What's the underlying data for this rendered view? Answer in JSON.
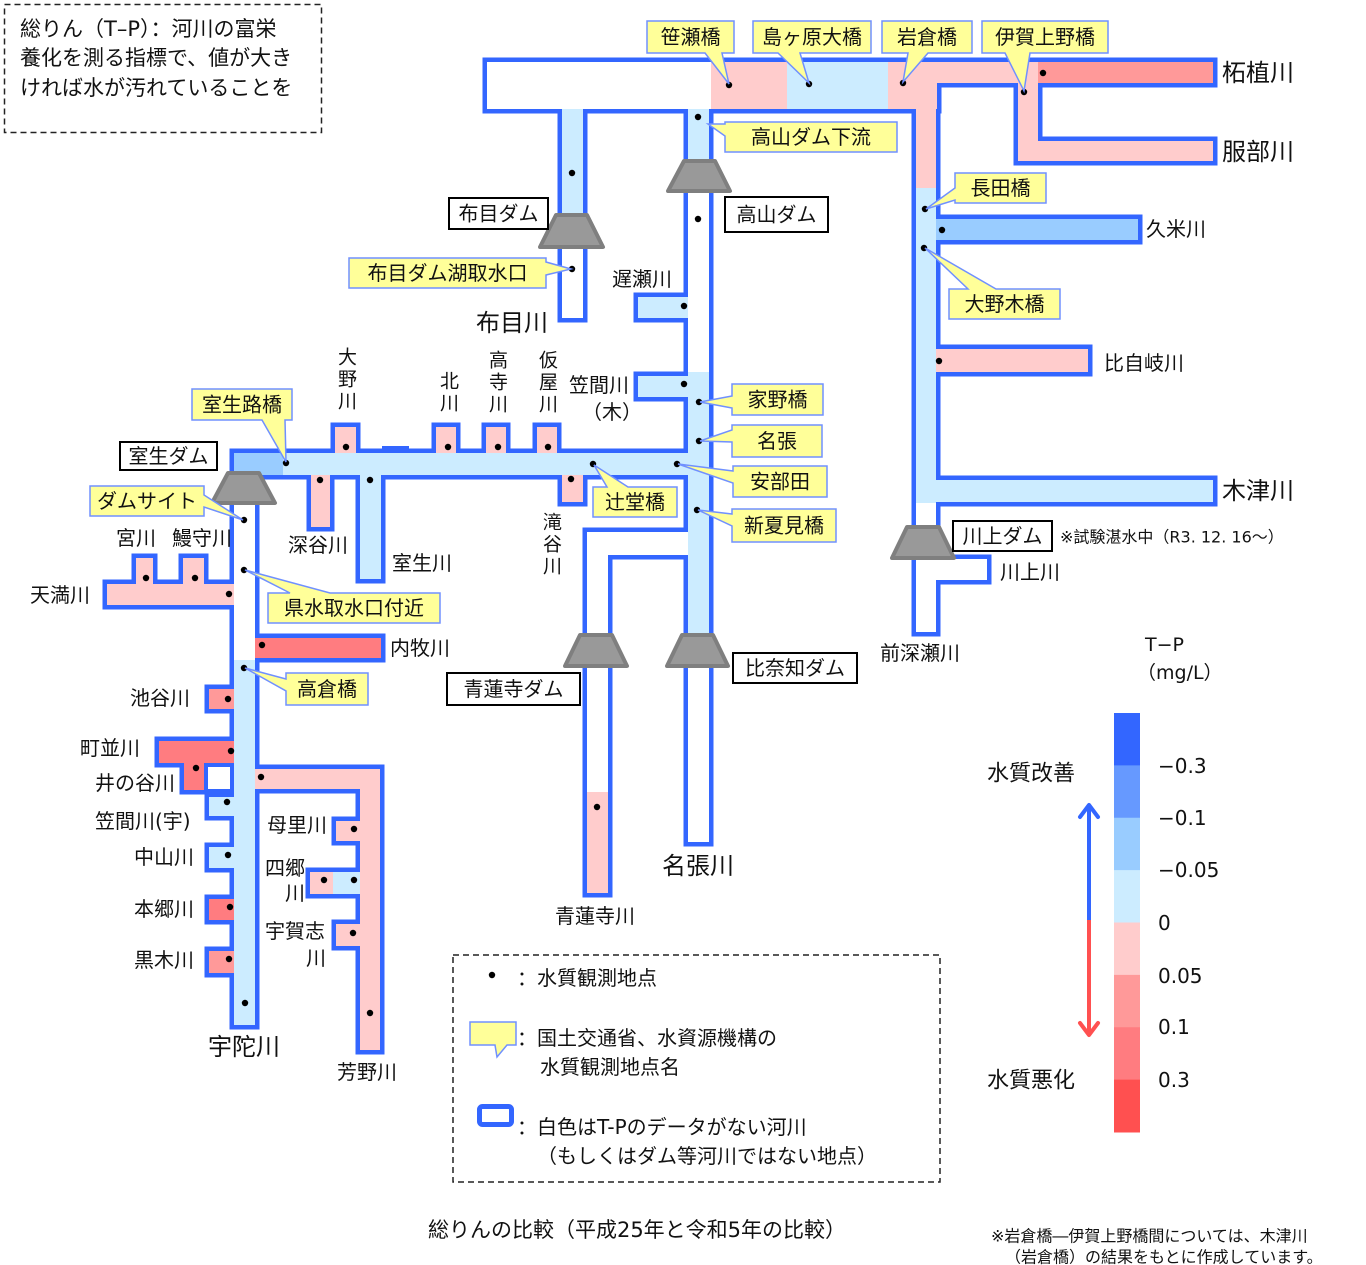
{
  "note": {
    "lines": [
      "総りん（T–P）：河川の富栄",
      "養化を測る指標で、値が大き",
      "ければ水が汚れていることを"
    ]
  },
  "colors": {
    "outline": "#3366FF",
    "no_data": "#FFFFFF",
    "callout_fill": "#FFFF99",
    "callout_border": "#7090FF",
    "dam_fill": "#999999",
    "dam_border": "#7F7F7F",
    "point": "#000000"
  },
  "scale": {
    "title": "T−P",
    "unit": "（mg/L）",
    "improve_label": "水質改善",
    "worsen_label": "水質悪化",
    "improve_color": "#3366FF",
    "worsen_color": "#FF5050",
    "ticks": [
      "−0.3",
      "−0.1",
      "−0.05",
      "0",
      "0.05",
      "0.1",
      "0.3"
    ],
    "classes": [
      {
        "key": "<-0.3",
        "color": "#3366FF"
      },
      {
        "key": "-0.3~-0.1",
        "color": "#6699FF"
      },
      {
        "key": "-0.1~-0.05",
        "color": "#99CCFF"
      },
      {
        "key": "-0.05~0",
        "color": "#CCECFF"
      },
      {
        "key": "0~0.05",
        "color": "#FFCCCC"
      },
      {
        "key": "0.05~0.1",
        "color": "#FF9999"
      },
      {
        "key": "0.1~0.3",
        "color": "#FF7C80"
      },
      {
        "key": ">0.3",
        "color": "#FF5050"
      }
    ]
  },
  "segments": [
    {
      "id": "top_white",
      "river": "木津川",
      "change": "no-data"
    },
    {
      "id": "sasase",
      "river": "木津川",
      "change": "0~0.05"
    },
    {
      "id": "shimagahara",
      "river": "木津川",
      "change": "-0.05~0"
    },
    {
      "id": "iwakura_top",
      "river": "木津川",
      "change": "0~0.05"
    },
    {
      "id": "iwakura_col",
      "river": "木津川",
      "change": "0~0.05"
    },
    {
      "id": "iwakura_right",
      "river": "木津川",
      "change": "0~0.05"
    },
    {
      "id": "igaueno",
      "river": "木津川",
      "change": "0~0.05"
    },
    {
      "id": "tsuge",
      "river": "柘植川",
      "change": "0.05~0.1"
    },
    {
      "id": "hattori",
      "river": "服部川",
      "change": "0~0.05"
    },
    {
      "id": "kizu_mid",
      "river": "木津川",
      "change": "-0.05~0"
    },
    {
      "id": "kume",
      "river": "久米川",
      "change": "-0.1~-0.05"
    },
    {
      "id": "hijiki",
      "river": "比自岐川",
      "change": "0~0.05"
    },
    {
      "id": "kizu_main",
      "river": "木津川",
      "change": "-0.05~0"
    },
    {
      "id": "maefukase",
      "river": "前深瀬川",
      "change": "no-data"
    },
    {
      "id": "kawakami",
      "river": "川上川",
      "change": "no-data"
    },
    {
      "id": "nunome_down",
      "river": "布目川",
      "change": "-0.05~0"
    },
    {
      "id": "nunome_res",
      "river": "布目川",
      "change": "no-data"
    },
    {
      "id": "nabari_top",
      "river": "名張川",
      "change": "-0.05~0"
    },
    {
      "id": "nabari_res",
      "river": "名張川",
      "change": "no-data"
    },
    {
      "id": "osose",
      "river": "遅瀬川",
      "change": "-0.05~0"
    },
    {
      "id": "kasama_ki",
      "river": "笠間川（木）",
      "change": "-0.05~0"
    },
    {
      "id": "nabari_mid",
      "river": "名張川",
      "change": "-0.05~0"
    },
    {
      "id": "nabari_up",
      "river": "名張川",
      "change": "no-data"
    },
    {
      "id": "muro_dam",
      "river": "宇陀川",
      "change": "-0.1~-0.05"
    },
    {
      "id": "uda_muro",
      "river": "宇陀川",
      "change": "-0.05~0"
    },
    {
      "id": "ono",
      "river": "大野川",
      "change": "0~0.05"
    },
    {
      "id": "kita",
      "river": "北川",
      "change": "0~0.05"
    },
    {
      "id": "takadera",
      "river": "高寺川",
      "change": "0~0.05"
    },
    {
      "id": "kariya",
      "river": "仮屋川",
      "change": "0~0.05"
    },
    {
      "id": "fukatani",
      "river": "深谷川",
      "change": "0~0.05"
    },
    {
      "id": "murogawa",
      "river": "室生川",
      "change": "-0.05~0"
    },
    {
      "id": "takitani",
      "river": "滝谷川",
      "change": "0~0.05"
    },
    {
      "id": "shorenji_h",
      "river": "青蓮寺川",
      "change": "no-data"
    },
    {
      "id": "shorenji_v",
      "river": "青蓮寺川",
      "change": "no-data"
    },
    {
      "id": "shorenji_low",
      "river": "青蓮寺川",
      "change": "0~0.05"
    },
    {
      "id": "uda_up",
      "river": "宇陀川",
      "change": "no-data"
    },
    {
      "id": "uda_low",
      "river": "宇陀川",
      "change": "-0.05~0"
    },
    {
      "id": "tenma",
      "river": "天満川",
      "change": "0~0.05"
    },
    {
      "id": "miya",
      "river": "宮川",
      "change": "0~0.05"
    },
    {
      "id": "unamori",
      "river": "鰻守川",
      "change": "0~0.05"
    },
    {
      "id": "uchimaki",
      "river": "内牧川",
      "change": "0.1~0.3"
    },
    {
      "id": "iketani",
      "river": "池谷川",
      "change": "0.05~0.1"
    },
    {
      "id": "machinami",
      "river": "町並川",
      "change": "0.1~0.3"
    },
    {
      "id": "inotani",
      "river": "井の谷川",
      "change": "0.1~0.3"
    },
    {
      "id": "blank_cell",
      "river": "",
      "change": "no-data"
    },
    {
      "id": "kasama_u",
      "river": "笠間川(宇)",
      "change": "-0.05~0"
    },
    {
      "id": "nakayama",
      "river": "中山川",
      "change": "-0.05~0"
    },
    {
      "id": "hongo",
      "river": "本郷川",
      "change": "0.1~0.3"
    },
    {
      "id": "kuroki",
      "river": "黒木川",
      "change": "0.05~0.1"
    },
    {
      "id": "hano_h",
      "river": "芳野川",
      "change": "0~0.05"
    },
    {
      "id": "hano_v",
      "river": "芳野川",
      "change": "0~0.05"
    },
    {
      "id": "mori",
      "river": "母里川",
      "change": "0~0.05"
    },
    {
      "id": "shigo_l",
      "river": "四郷川",
      "change": "0~0.05"
    },
    {
      "id": "shigo_r",
      "river": "四郷川",
      "change": "-0.05~0"
    },
    {
      "id": "ugashi",
      "river": "宇賀志川",
      "change": "0~0.05"
    }
  ],
  "stations": [
    "笹瀬橋",
    "島ヶ原大橋",
    "岩倉橋",
    "伊賀上野橋",
    "高山ダム下流",
    "長田橋",
    "大野木橋",
    "家野橋",
    "名張",
    "安部田",
    "新夏見橋",
    "辻堂橋",
    "室生路橋",
    "ダムサイト",
    "県水取水口付近",
    "高倉橋",
    "布目ダム湖取水口"
  ],
  "dams": [
    "布目ダム",
    "高山ダム",
    "室生ダム",
    "川上ダム",
    "青蓮寺ダム",
    "比奈知ダム"
  ],
  "kawakami_note": "※試験湛水中（R3. 12. 16～）",
  "labels": {
    "tsuge": "柘植川",
    "hattori": "服部川",
    "kizu": "木津川",
    "nunome": "布目川",
    "nabari": "名張川",
    "uda": "宇陀川",
    "kume": "久米川",
    "hijiki": "比自岐川",
    "kawakami": "川上川",
    "maefukase": "前深瀬川",
    "osose": "遅瀬川",
    "fukatani": "深谷川",
    "murogawa": "室生川",
    "uchimaki": "内牧川",
    "shorenji": "青蓮寺川",
    "hano": "芳野川",
    "tenma": "天満川",
    "miya": "宮川",
    "unamori": "鰻守川",
    "iketani": "池谷川",
    "machinami": "町並川",
    "inotani": "井の谷川",
    "kasama_u": "笠間川(宇)",
    "nakayama": "中山川",
    "hongo": "本郷川",
    "kuroki": "黒木川",
    "mori": "母里川",
    "shigo": [
      "四郷",
      "川"
    ],
    "ugashi": [
      "宇賀志",
      "川"
    ],
    "kasama_ki": [
      "笠間川",
      "（木）"
    ],
    "ono": "大野川",
    "kita": "北川",
    "takadera": "高寺川",
    "kariya": "仮屋川",
    "takitani": "滝谷川"
  },
  "key": {
    "point": "：水質観測地点",
    "callout": [
      "：国土交通省、水資源機構の",
      "水質観測地点名"
    ],
    "outline": [
      "：白色はT-Pのデータがない河川",
      "（もしくはダム等河川ではない地点）"
    ]
  },
  "caption": "総りんの比較（平成25年と令和5年の比較）",
  "footnote": [
    "※岩倉橋―伊賀上野橋間については、木津川",
    "（岩倉橋）の結果をもとに作成しています。"
  ]
}
